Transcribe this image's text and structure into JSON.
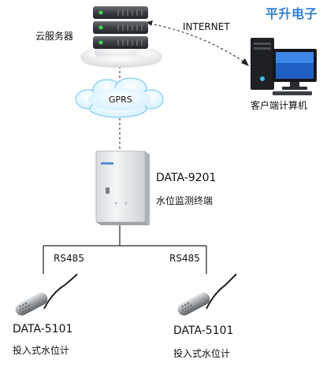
{
  "brand": "平升电子",
  "cloud_server": {
    "label": "云服务器"
  },
  "internet": {
    "label": "INTERNET"
  },
  "client_pc": {
    "label": "客户端计算机"
  },
  "gprs": {
    "label": "GPRS"
  },
  "terminal": {
    "model": "DATA-9201",
    "name": "水位监测终端"
  },
  "links": {
    "left": "RS485",
    "right": "RS485"
  },
  "sensors": [
    {
      "model": "DATA-5101",
      "name": "投入式水位计"
    },
    {
      "model": "DATA-5101",
      "name": "投入式水位计"
    }
  ],
  "colors": {
    "brand": "#2f7fd6",
    "cloud": "#cfeeff",
    "server": "#3a3d42",
    "server_led": "#40d860",
    "cabinet": "#e9ecee"
  }
}
